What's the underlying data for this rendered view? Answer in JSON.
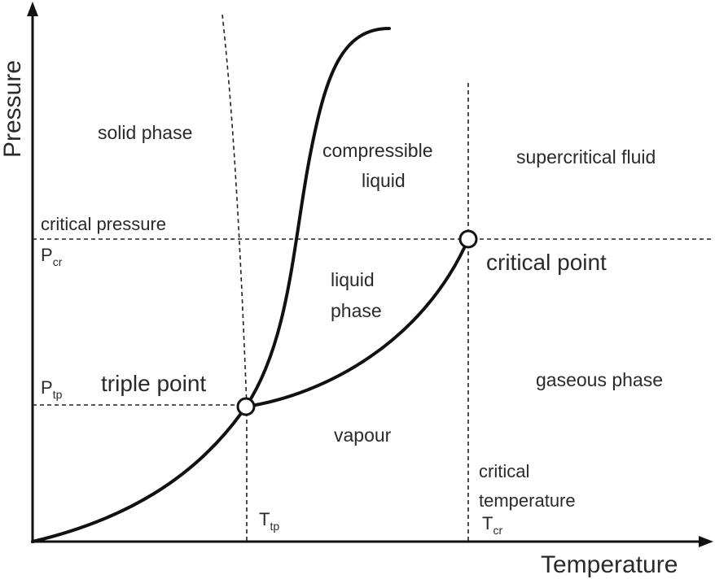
{
  "axes": {
    "x_title": "Temperature",
    "y_title": "Pressure"
  },
  "regions": {
    "solid": "solid phase",
    "compressible_line1": "compressible",
    "compressible_line2": "liquid",
    "supercritical": "supercritical fluid",
    "liquid_line1": "liquid",
    "liquid_line2": "phase",
    "gaseous": "gaseous phase",
    "vapour": "vapour"
  },
  "lines": {
    "critical_pressure": "critical pressure",
    "p_cr_main": "P",
    "p_cr_sub": "cr",
    "p_tp_main": "P",
    "p_tp_sub": "tp",
    "t_tp_main": "T",
    "t_tp_sub": "tp",
    "t_cr_main": "T",
    "t_cr_sub": "cr",
    "critical_temperature_line1": "critical",
    "critical_temperature_line2": "temperature"
  },
  "points": {
    "triple": "triple point",
    "critical": "critical point"
  }
}
